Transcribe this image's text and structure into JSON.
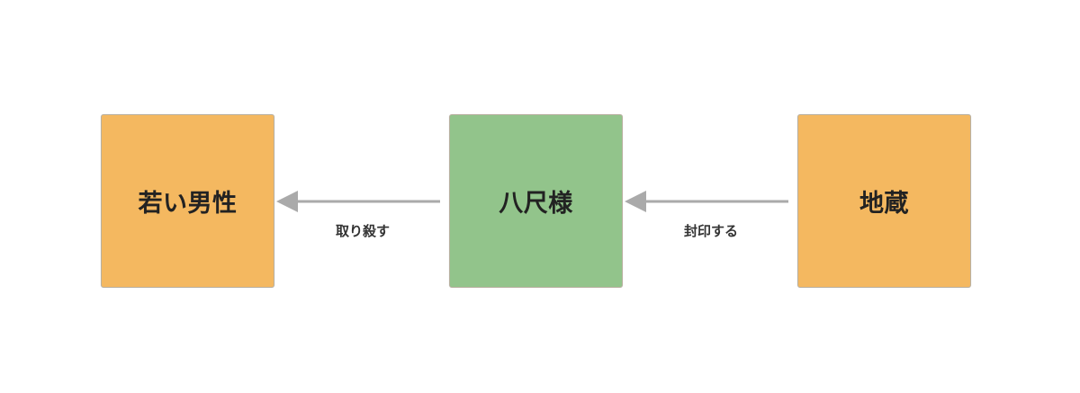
{
  "diagram": {
    "type": "flow",
    "direction": "right-to-left",
    "colors": {
      "background": "#ffffff",
      "entity_orange": "#f4b860",
      "entity_green": "#92c48b",
      "arrow": "#aaaaaa",
      "text": "#222222"
    },
    "nodes": [
      {
        "id": "young_man",
        "label": "若い男性",
        "color": "#f4b860"
      },
      {
        "id": "hasshakusama",
        "label": "八尺様",
        "color": "#92c48b"
      },
      {
        "id": "jizo",
        "label": "地蔵",
        "color": "#f4b860"
      }
    ],
    "edges": [
      {
        "from": "hasshakusama",
        "to": "young_man",
        "label": "取り殺す"
      },
      {
        "from": "jizo",
        "to": "hasshakusama",
        "label": "封印する"
      }
    ]
  }
}
